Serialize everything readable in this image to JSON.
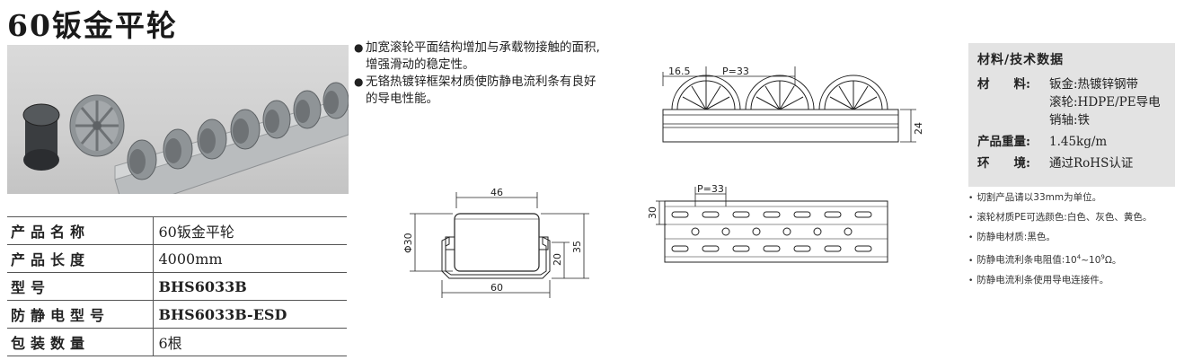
{
  "title": "60钣金平轮",
  "features": [
    "加宽滚轮平面结构增加与承载物接触的面积,增强滑动的稳定性。",
    "无铬热镀锌框架材质使防静电流利条有良好的导电性能。"
  ],
  "bullet_glyph": "●",
  "spec_table": [
    {
      "label": "产品名称",
      "value": "60钣金平轮",
      "bold": false
    },
    {
      "label": "产品长度",
      "value": "4000mm",
      "bold": false
    },
    {
      "label": "型号",
      "value": "BHS6033B",
      "bold": true
    },
    {
      "label": "防静电型号",
      "value": "BHS6033B-ESD",
      "bold": true
    },
    {
      "label": "包装数量",
      "value": "6根",
      "bold": false
    }
  ],
  "drawings": {
    "side": {
      "dim_offset": "16.5",
      "dim_pitch": "P=33",
      "dim_height": "24"
    },
    "cross": {
      "dim_top": "46",
      "dim_dia": "Φ30",
      "dim_h1": "20",
      "dim_h2": "35",
      "dim_bottom": "60"
    },
    "top": {
      "dim_pitch": "P=33",
      "dim_height": "30"
    }
  },
  "materials": {
    "title": "材料/技术数据",
    "material_label": "材　　料:",
    "material_lines": [
      "钣金:热镀锌钢带",
      "滚轮:HDPE/PE导电",
      "销轴:铁"
    ],
    "weight_label": "产品重量:",
    "weight_value": "1.45kg/m",
    "env_label": "环　　境:",
    "env_value": "通过RoHS认证"
  },
  "notes": [
    "切割产品请以33mm为单位。",
    "滚轮材质PE可选颜色:白色、灰色、黄色。",
    "防静电材质:黑色。",
    "防静电流利条电阻值:",
    "防静电流利条使用导电连接件。"
  ],
  "resistance": {
    "base1": "10",
    "exp1": "4",
    "sep": "~",
    "base2": "10",
    "exp2": "9",
    "unit": "Ω。"
  },
  "note_glyph": "•",
  "colors": {
    "roller_gray": "#8f9497",
    "roller_black": "#3a3d40",
    "rail": "#b9bcbe",
    "panel_bg": "#e3e3e3"
  }
}
